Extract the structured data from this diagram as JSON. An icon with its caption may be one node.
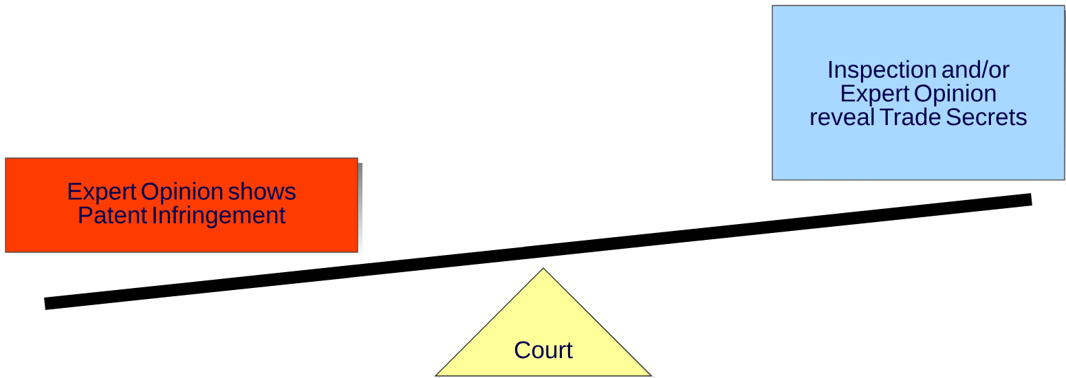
{
  "diagram": {
    "nodes": [
      {
        "text": [
          "Expert Opinion shows Patent Infringement"
        ]
      },
      {
        "text": [
          "Inspection and/or Expert Opinion reveal Trade Secrets"
        ]
      },
      {
        "text": [
          "Court"
        ]
      }
    ]
  }
}
